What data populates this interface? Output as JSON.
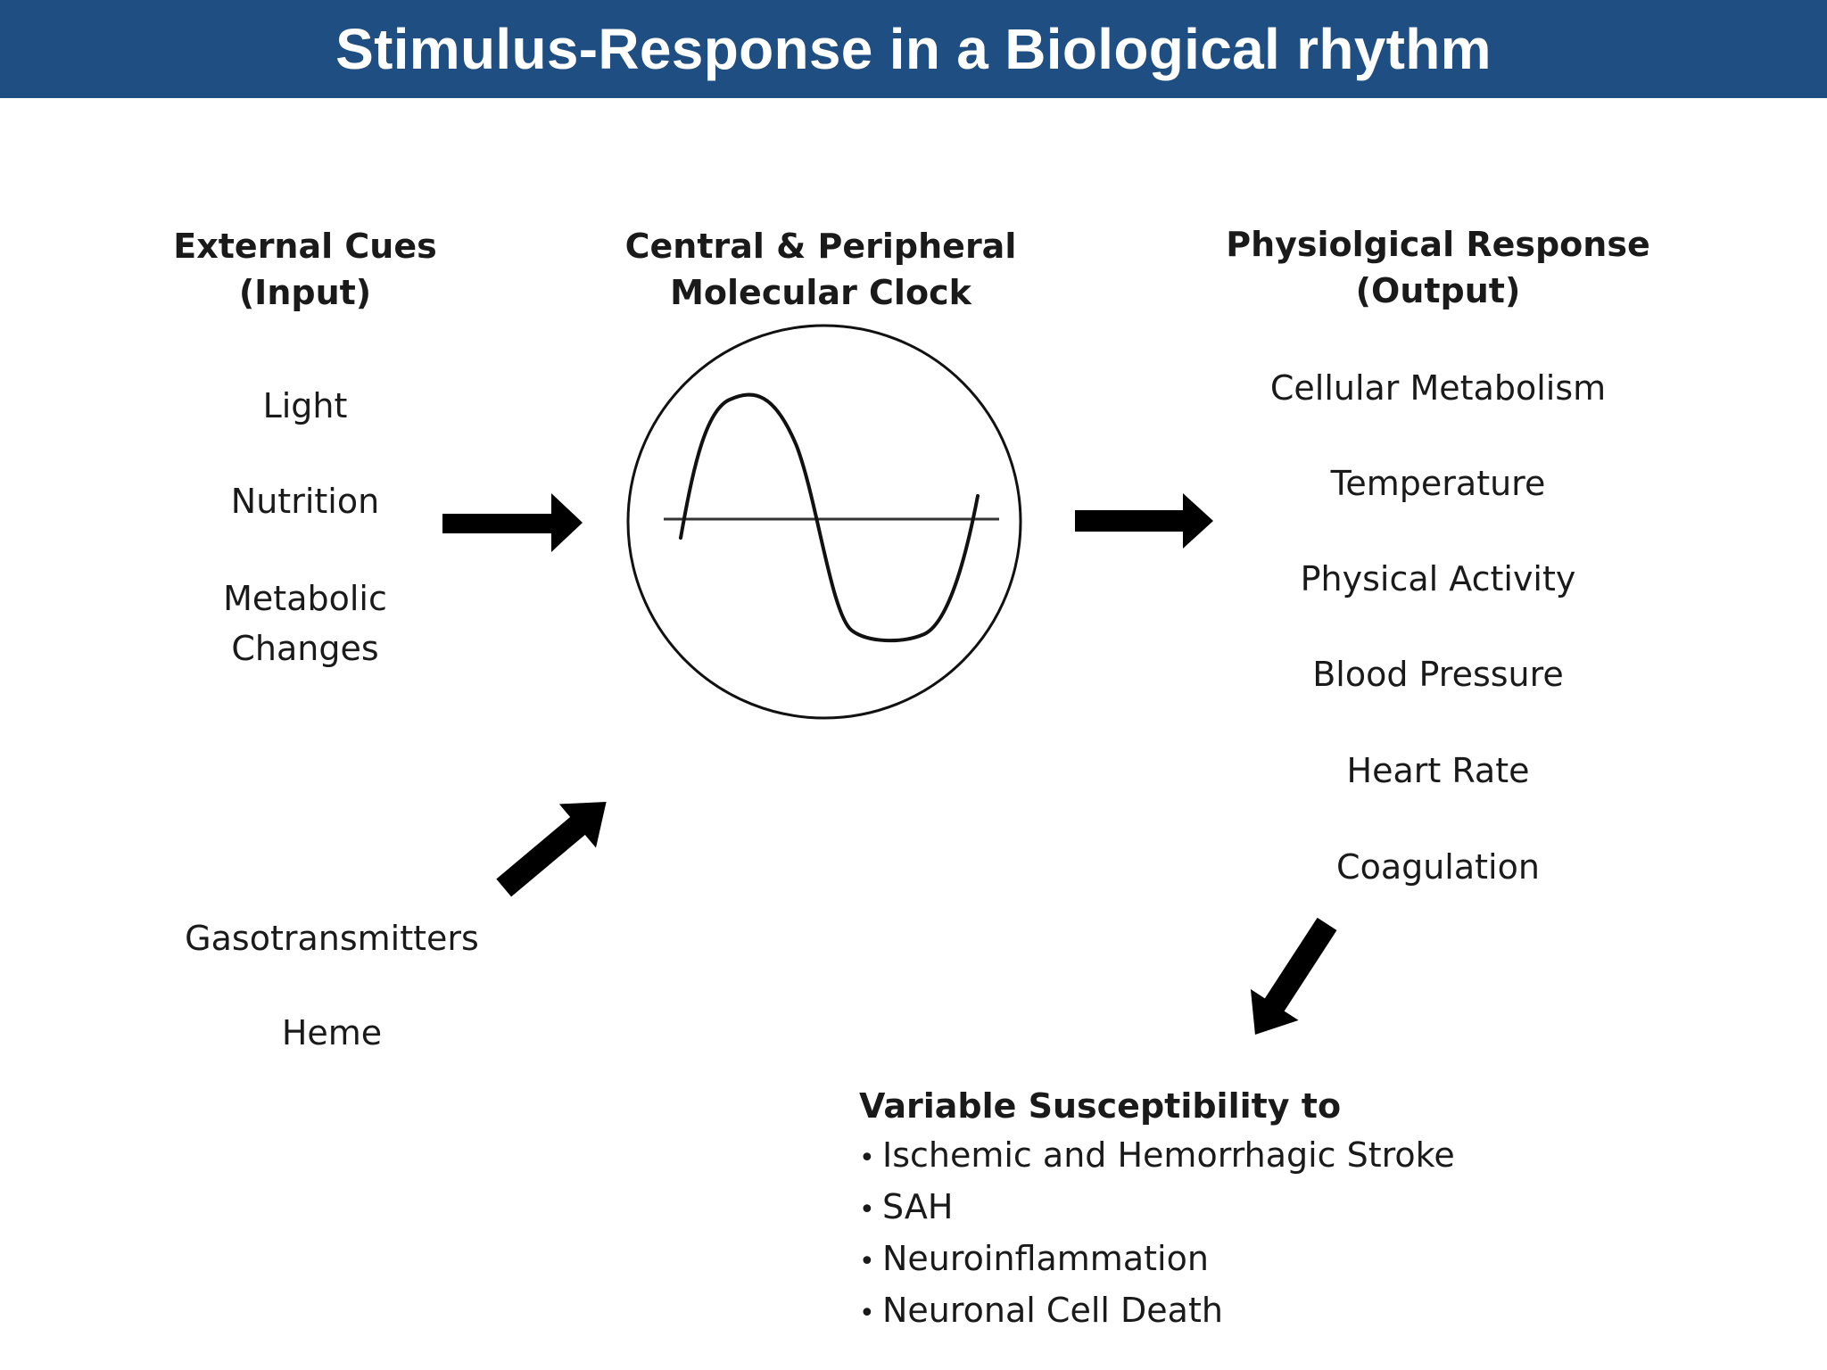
{
  "title": "Stimulus-Response in a Biological rhythm",
  "colors": {
    "title_bar": "#1f4e82",
    "title_text": "#ffffff",
    "arrow": "#000000"
  },
  "input": {
    "heading_line1": "External Cues",
    "heading_line2": "(Input)",
    "items": [
      "Light",
      "Nutrition"
    ],
    "metabolic_line1": "Metabolic",
    "metabolic_line2": "Changes",
    "secondary_items": [
      "Gasotransmitters",
      "Heme"
    ]
  },
  "clock": {
    "heading_line1": "Central & Peripheral",
    "heading_line2": "Molecular Clock",
    "icon": "sine-wave-clock-icon"
  },
  "output": {
    "heading_line1": "Physiolgical Response",
    "heading_line2": "(Output)",
    "items": [
      "Cellular Metabolism",
      "Temperature",
      "Physical Activity",
      "Blood Pressure",
      "Heart Rate",
      "Coagulation"
    ]
  },
  "susceptibility": {
    "title": "Variable Susceptibility to",
    "bullet": "•",
    "items": [
      "Ischemic and Hemorrhagic Stroke",
      "SAH",
      "Neuroinflammation",
      "Neuronal Cell Death"
    ]
  }
}
